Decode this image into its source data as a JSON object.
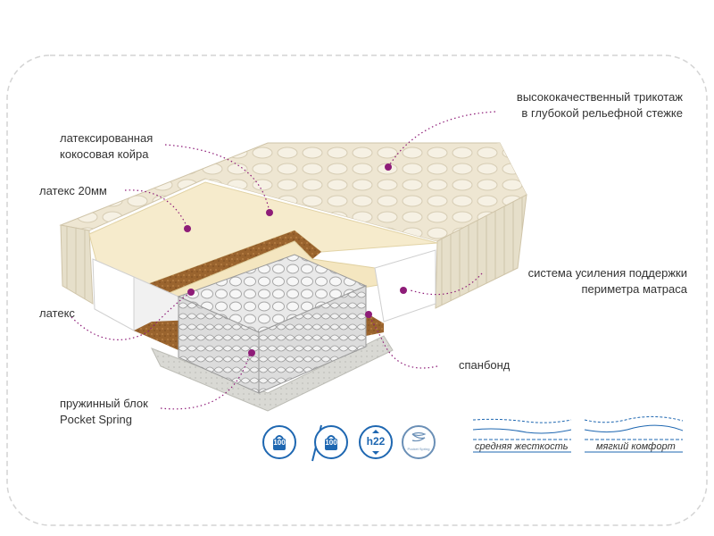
{
  "labels": {
    "knit": {
      "line1": "высококачественный трикотаж",
      "line2": "в глубокой рельефной стежке"
    },
    "coir": {
      "line1": "латексированная",
      "line2": "кокосовая койра"
    },
    "latex20": "латекс 20мм",
    "perimeter": {
      "line1": "система усиления поддержки",
      "line2": "периметра матраса"
    },
    "latex": "латекс",
    "spunbond": "спанбонд",
    "spring": {
      "line1": "пружинный блок",
      "line2": "Pocket Spring"
    }
  },
  "badges": {
    "load1": "100",
    "load2": "100",
    "height": "h22",
    "pocket": "Pocket Spring"
  },
  "legend": {
    "medium": "средняя жесткость",
    "soft": "мягкий комфорт"
  },
  "colors": {
    "frame": "#d8d8d8",
    "dot": "#8e1c78",
    "accent": "#1e67b1",
    "quilt": "#efe8d6",
    "latex_layer": "#f6eccd",
    "coir_layer": "#9b6631",
    "foam": "#ffffff"
  }
}
